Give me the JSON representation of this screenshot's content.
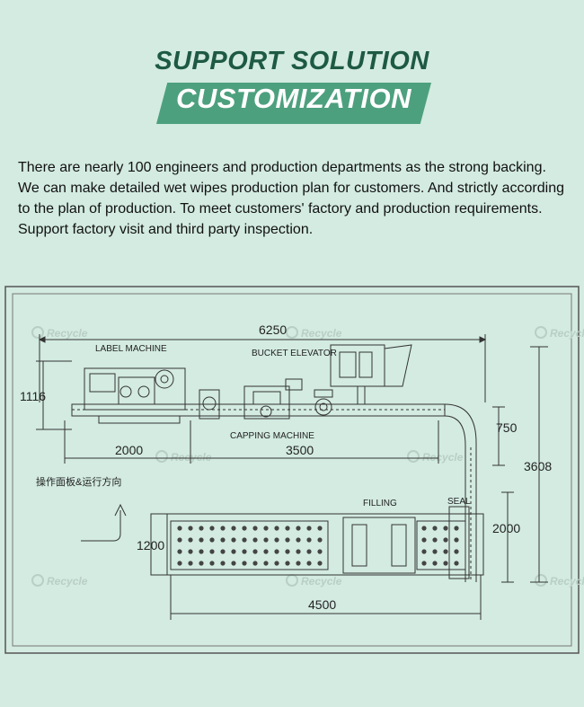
{
  "header": {
    "title": "SUPPORT SOLUTION",
    "banner": "CUSTOMIZATION"
  },
  "description": "There are nearly 100 engineers and production departments as the strong backing. We can make detailed wet wipes production plan for customers. And strictly according to the plan of production. To meet customers' factory and production requirements. Support factory visit and third party inspection.",
  "diagram": {
    "labels": {
      "label_machine": "LABEL MACHINE",
      "bucket_elevator": "BUCKET ELEVATOR",
      "capping_machine": "CAPPING MACHINE",
      "filling": "FILLING",
      "seal": "SEAL",
      "panel_direction": "操作面板&运行方向"
    },
    "dimensions": {
      "total_length": "6250",
      "line_height": "1116",
      "label_section": "2000",
      "capping_section": "3500",
      "drop": "750",
      "overall_height": "3608",
      "lower_right": "2000",
      "filler_width": "1200",
      "filler_length": "4500"
    },
    "watermark": "Recycle"
  }
}
